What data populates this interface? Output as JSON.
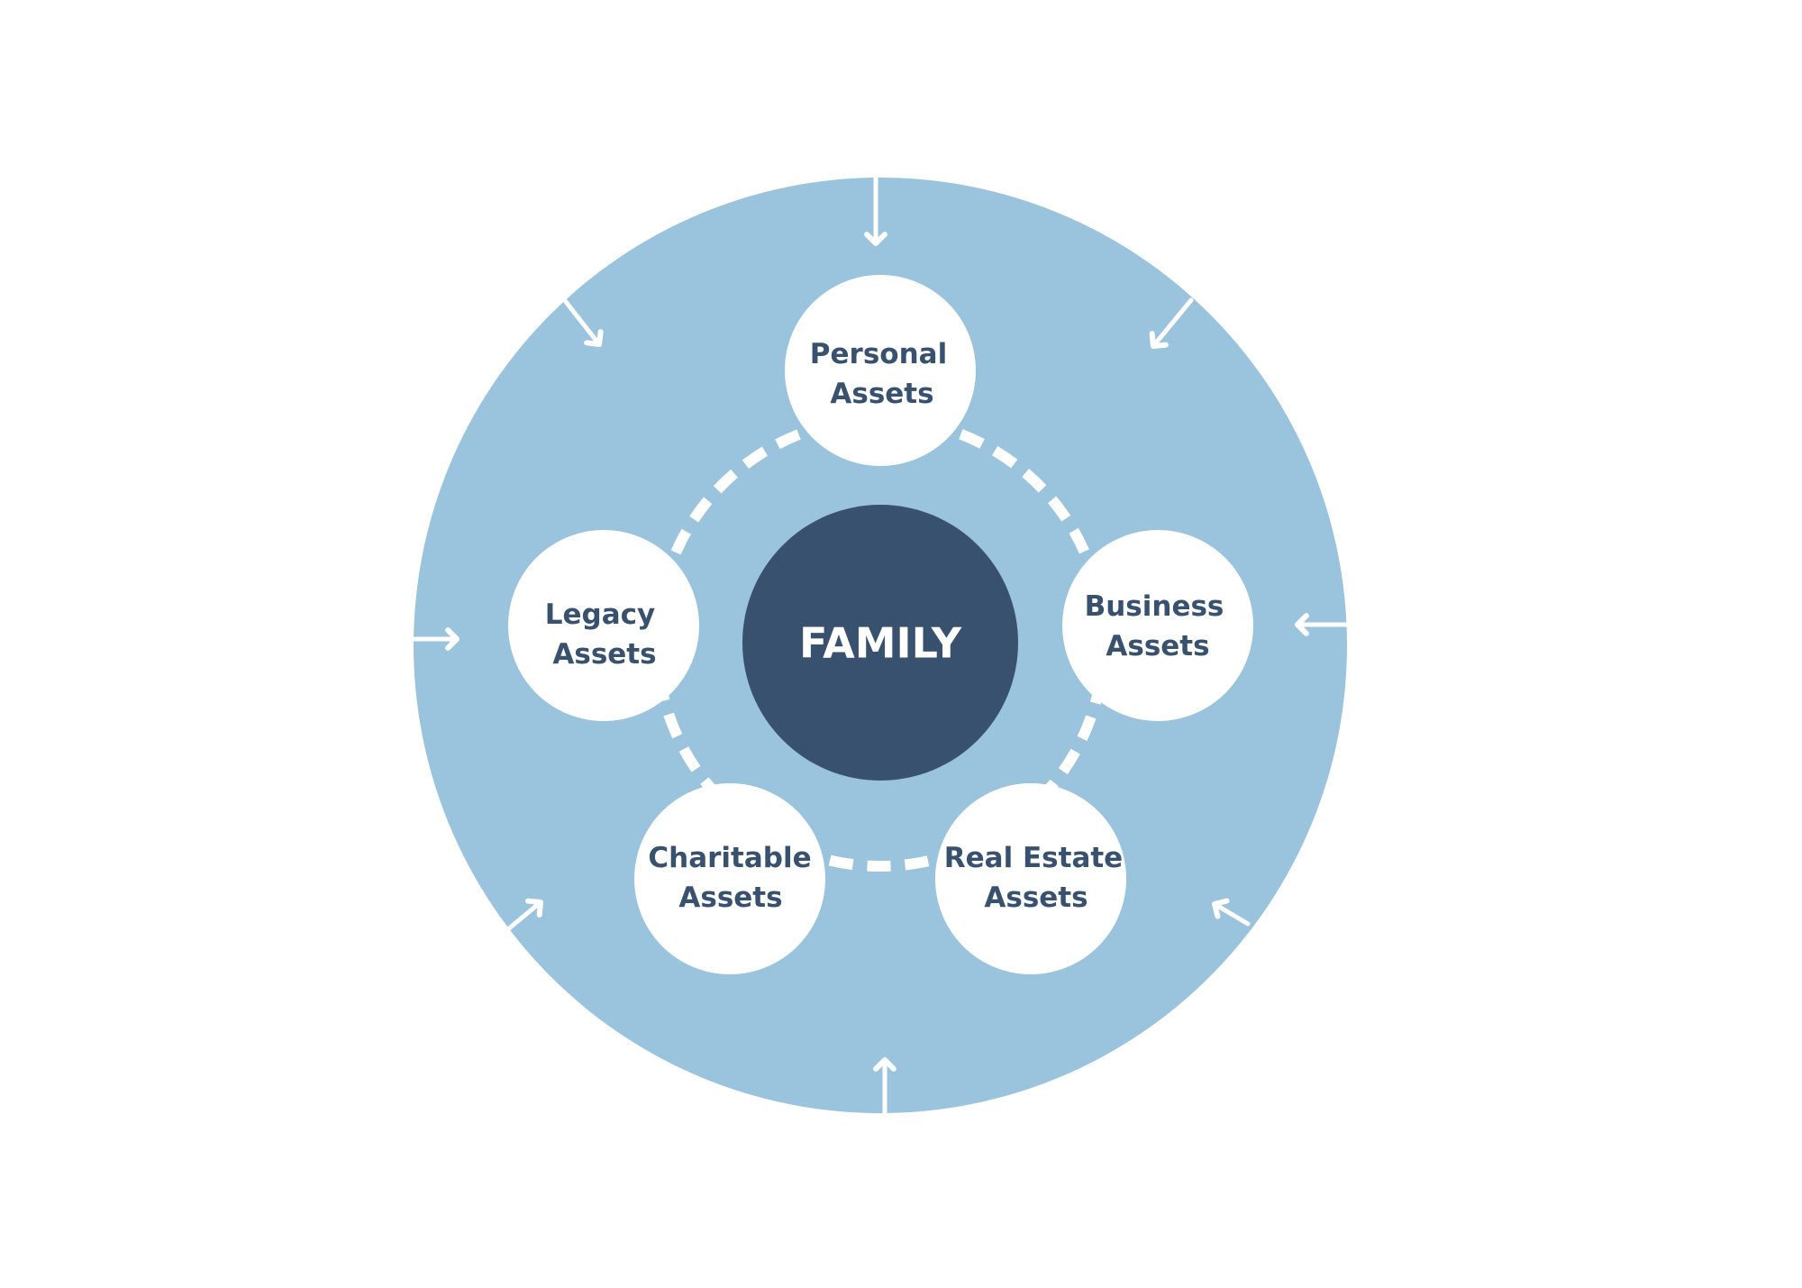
{
  "diagram": {
    "title": "Family Assets",
    "colors": {
      "outer_ring": "#9AC3DE",
      "center": "#37516F",
      "node_fill": "#FFFFFF",
      "label_text": "#37516F",
      "center_text": "#FFFFFF",
      "connector": "#FFFFFF",
      "background": "#FFFFFF"
    },
    "center": {
      "label": "FAMILY"
    },
    "nodes": [
      {
        "id": "personal",
        "line1": "Personal",
        "line2": "Assets"
      },
      {
        "id": "business",
        "line1": "Business",
        "line2": "Assets"
      },
      {
        "id": "real-estate",
        "line1": "Real Estate",
        "line2": "Assets"
      },
      {
        "id": "charitable",
        "line1": "Charitable",
        "line2": "Assets"
      },
      {
        "id": "legacy",
        "line1": "Legacy",
        "line2": "Assets"
      }
    ],
    "connector_style": "dashed ring linking all asset nodes",
    "inward_arrows": [
      {
        "direction": "top"
      },
      {
        "direction": "top-right"
      },
      {
        "direction": "right"
      },
      {
        "direction": "bottom-right"
      },
      {
        "direction": "bottom"
      },
      {
        "direction": "bottom-left"
      },
      {
        "direction": "left"
      },
      {
        "direction": "top-left"
      }
    ]
  }
}
